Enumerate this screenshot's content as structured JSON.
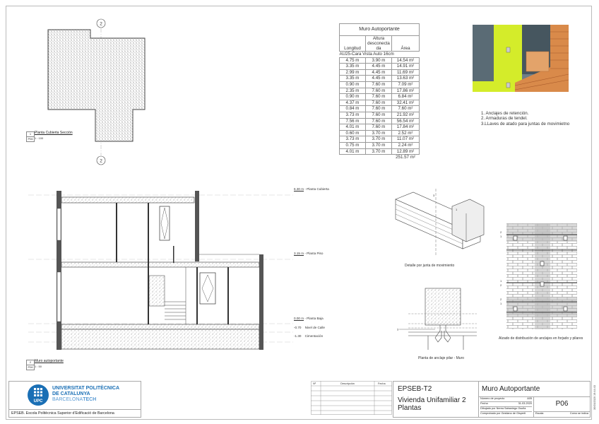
{
  "plan": {
    "grid_label_top": "2",
    "grid_label_bottom": "2",
    "view_number": "1",
    "sheet_ref": "P06",
    "title": "Planta Cubierta Sección",
    "scale": "1 : 100"
  },
  "schedule": {
    "title": "Muro Autoportante",
    "headers": [
      "Longitud",
      "Altura desconecta da",
      "Área"
    ],
    "group": "AU25-Cara Vista Auto 16cm",
    "rows": [
      [
        "4.75 m",
        "3.90 m",
        "14.54 m²"
      ],
      [
        "3.35 m",
        "4.45 m",
        "14.91 m²"
      ],
      [
        "2.99 m",
        "4.45 m",
        "11.69 m²"
      ],
      [
        "3.35 m",
        "4.45 m",
        "13.63 m²"
      ],
      [
        "0.90 m",
        "7.60 m",
        "7.09 m²"
      ],
      [
        "2.35 m",
        "7.60 m",
        "17.86 m²"
      ],
      [
        "0.90 m",
        "7.60 m",
        "6.84 m²"
      ],
      [
        "4.37 m",
        "7.60 m",
        "32.41 m²"
      ],
      [
        "0.84 m",
        "7.60 m",
        "7.60 m²"
      ],
      [
        "3.73 m",
        "7.60 m",
        "21.92 m²"
      ],
      [
        "7.56 m",
        "7.60 m",
        "56.54 m²"
      ],
      [
        "4.01 m",
        "7.60 m",
        "17.84 m²"
      ],
      [
        "0.60 m",
        "3.70 m",
        "2.52 m²"
      ],
      [
        "3.73 m",
        "3.70 m",
        "11.07 m²"
      ],
      [
        "0.75 m",
        "3.70 m",
        "2.24 m²"
      ],
      [
        "4.01 m",
        "3.70 m",
        "12.89 m²"
      ]
    ],
    "total": "251.57 m²"
  },
  "notes": [
    "1. Anclajes de retención.",
    "2. Armaduras de tendel.",
    "3.LLaves de atado para juntas de movimietno"
  ],
  "section": {
    "levels": [
      {
        "value": "6.30 m",
        "name": "Planta Cubierta"
      },
      {
        "value": "3.15 m",
        "name": "Planta Piso"
      },
      {
        "value": "0.00 m",
        "name": "Planta Baja"
      },
      {
        "value": "-0.70",
        "name": "Nivel de Calle"
      },
      {
        "value": "-1.30",
        "name": "Cimentación"
      }
    ],
    "view_number": "2",
    "sheet_ref": "P06",
    "title": "Muro autoportante",
    "scale": "1 : 50"
  },
  "details": {
    "movement_joint_caption": "Detalle por junta de movimiento",
    "pillar_anchor_caption": "Planta de anclaje pilar - Muro",
    "elevation_caption": "Alzado de distribución de anclajes en forjado y pilares",
    "callouts": [
      "1",
      "2",
      "3"
    ]
  },
  "colors": {
    "insulation": "#d4ec2a",
    "brick": "#d98a4a",
    "upc_blue": "#1a6fb5"
  },
  "titleblock": {
    "logo": {
      "line1": "UNIVERSITAT POLITÈCNICA",
      "line2": "DE CATALUNYA",
      "line3a": "BARCELONA",
      "line3b": "TECH",
      "badge": "UPC"
    },
    "school": "EPSEB. Escola Politècnica Superior d'Edificació de Barcelona",
    "revisions_headers": [
      "Nº",
      "Descripción",
      "Fecha"
    ],
    "project_code": "EPSEB-T2",
    "project_name": "Vivienda Unifamiliar 2 Plantas",
    "sheet_title": "Muro Autoportante",
    "fields": [
      {
        "label": "Número de proyecto",
        "value": "A05"
      },
      {
        "label": "Fecha",
        "value": "31-03-2020"
      },
      {
        "label": "Dibujado por",
        "value": "Nerea Sabaniego Osuña"
      },
      {
        "label": "Comprobado por",
        "value": "Gestiano de Gisperti"
      }
    ],
    "sheet_number": "P06",
    "scale_label": "Escala",
    "scale_value": "Como se indica",
    "timestamp": "30/03/2020 19:44:43"
  }
}
